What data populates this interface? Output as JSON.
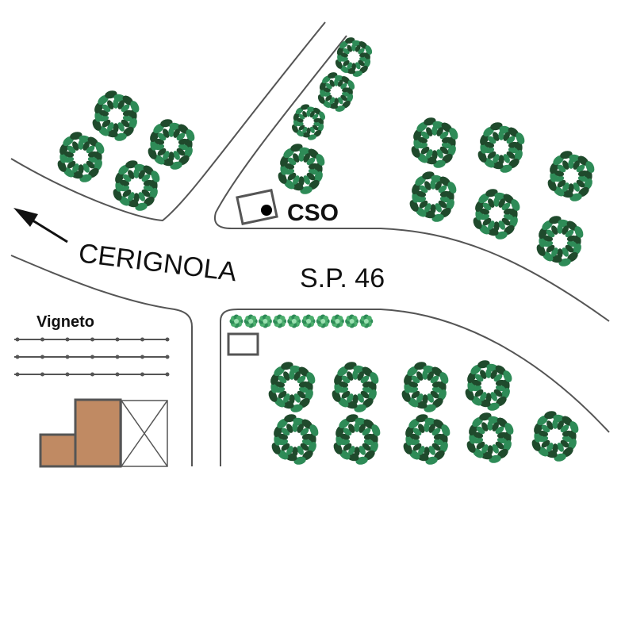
{
  "labels": {
    "destination": "CERIGNOLA",
    "road": "S.P. 46",
    "site": "CSO",
    "vineyard": "Vigneto"
  },
  "colors": {
    "road": "#555555",
    "tree_dark": "#1f4a2c",
    "tree_green": "#2e8b57",
    "hedge": "#4caf6e",
    "building": "#c08a63",
    "building_outline": "#555555"
  },
  "icons": {
    "direction": "arrow-left-up-icon",
    "site": "monitoring-station-icon",
    "tree": "olive-tree-icon",
    "hedge": "shrub-icon"
  }
}
